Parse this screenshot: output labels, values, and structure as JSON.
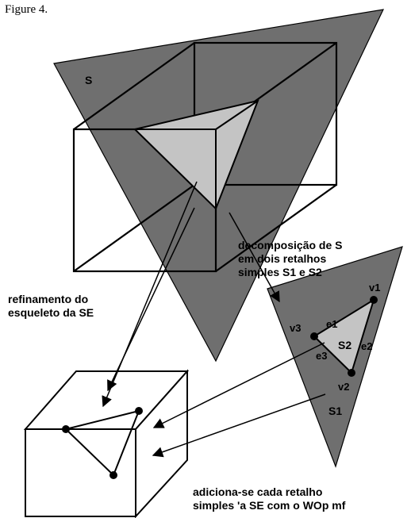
{
  "caption": "Figure 4.",
  "labels": {
    "surface": "S",
    "decomposition_note": [
      "decomposição de S",
      "em dois retalhos",
      "simples S1 e S2"
    ],
    "refinement_note": [
      "refinamento do",
      "esqueleto da SE"
    ],
    "addition_note": [
      "adiciona-se cada retalho",
      "simples 'a SE  com o WOp mf"
    ],
    "patch_outer": "S1",
    "patch_inner": "S2",
    "vertices": [
      "v1",
      "v2",
      "v3"
    ],
    "edges": [
      "e1",
      "e2",
      "e3"
    ]
  },
  "colors": {
    "dark_gray": "#6f6f6f",
    "light_gray": "#c4c4c4",
    "stroke": "#000000"
  }
}
